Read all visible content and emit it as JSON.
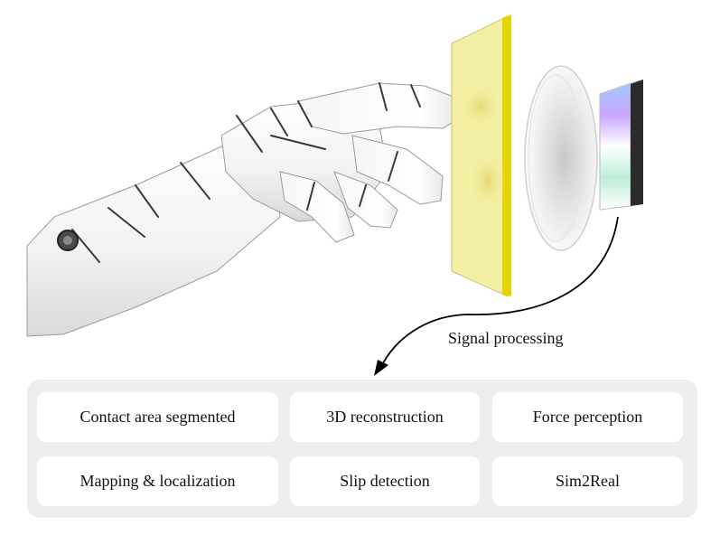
{
  "signal_processing_label": "Signal processing",
  "applications": [
    "Contact area segmented",
    "3D reconstruction",
    "Force perception",
    "Mapping & localization",
    "Slip detection",
    "Sim2Real"
  ],
  "colors": {
    "gel_yellow": "#f3efa3",
    "gel_edge": "#e5d400",
    "panel_bg": "#eeeeee",
    "box_bg": "#ffffff",
    "arrow": "#000000"
  },
  "icons": [
    "robot-hand-icon",
    "elastomer-gel-icon",
    "lens-icon",
    "camera-sensor-icon"
  ]
}
